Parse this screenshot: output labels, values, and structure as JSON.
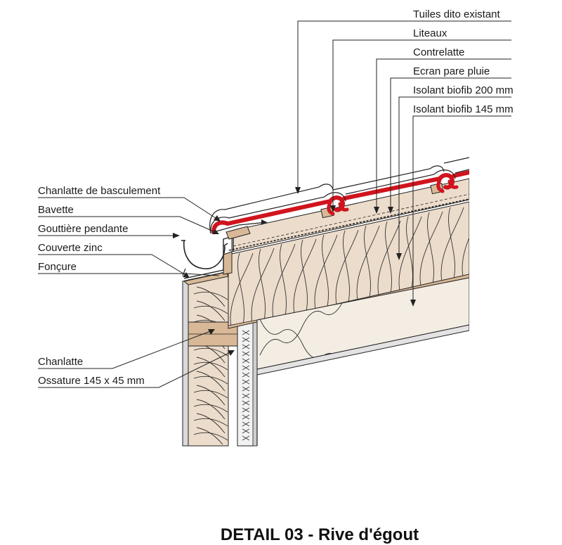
{
  "title": "DETAIL 03 - Rive d'égout",
  "labels_right": {
    "tuiles": "Tuiles dito existant",
    "liteaux": "Liteaux",
    "contrelatte": "Contrelatte",
    "ecran": "Ecran pare pluie",
    "isolant200": "Isolant biofib 200 mm",
    "isolant145": "Isolant biofib 145 mm"
  },
  "labels_left": {
    "chanlatte_basculement": "Chanlatte de basculement",
    "bavette": "Bavette",
    "gouttiere": "Gouttière pendante",
    "couverte": "Couverte zinc",
    "foncure": "Fonçure",
    "chanlatte": "Chanlatte",
    "ossature": "Ossature 145 x 45 mm"
  },
  "colors": {
    "tile_red": "#d0141e",
    "insulation": "#ecdccb",
    "wood": "#d8b896",
    "board": "#e3e3e3",
    "ink": "#222222"
  }
}
